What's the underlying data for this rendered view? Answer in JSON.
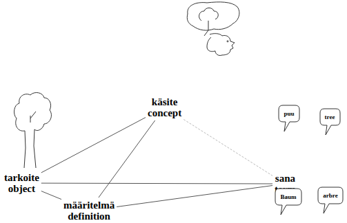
{
  "diagram": {
    "nodes": [
      {
        "text": [
          "käsite",
          "concept"
        ]
      },
      {
        "text": [
          "puu"
        ]
      },
      {
        "text": [
          "tree"
        ]
      },
      {
        "text": [
          "tarkoite",
          "object"
        ]
      },
      {
        "text": [
          "sana",
          "term"
        ]
      },
      {
        "text": [
          "Baum"
        ]
      },
      {
        "text": [
          "arbre"
        ]
      },
      {
        "text": [
          "määritelmä",
          "definition"
        ]
      }
    ],
    "edges": [
      {
        "from": 0,
        "to": 3,
        "arrow": "none"
      },
      {
        "from": 0,
        "to": 4,
        "arrow": "none"
      },
      {
        "from": 0,
        "to": 7,
        "arrow": "none"
      },
      {
        "from": 3,
        "to": 4,
        "arrow": "none"
      },
      {
        "from": 3,
        "to": 7,
        "arrow": "none"
      },
      {
        "from": 7,
        "to": 4,
        "arrow": "none"
      }
    ]
  }
}
